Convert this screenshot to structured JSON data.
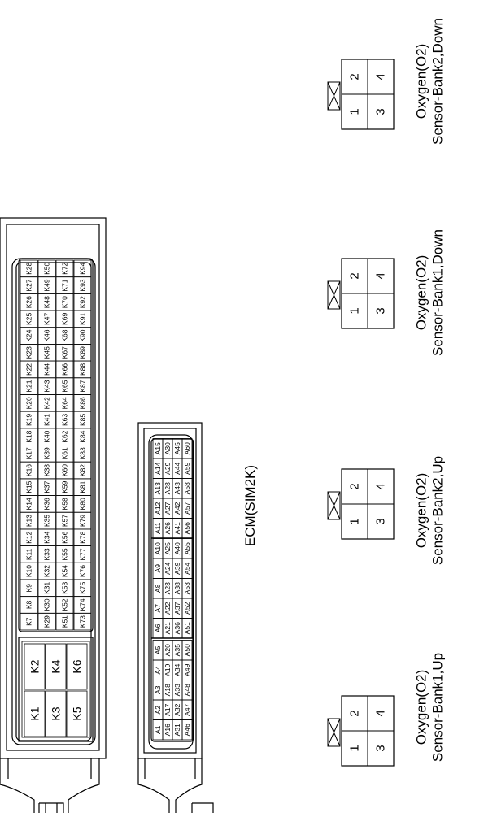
{
  "ecm": {
    "label": "ECM(SIM2K)",
    "connector_k": {
      "header_rows": [
        [
          "K1",
          "K2"
        ],
        [
          "K3",
          "K4"
        ],
        [
          "K5",
          "K6"
        ]
      ],
      "rows": [
        [
          "K7",
          "K8",
          "K9",
          "K10",
          "K11",
          "K12",
          "K13",
          "K14",
          "K15",
          "K16",
          "K17",
          "K18",
          "K19",
          "K20",
          "K21",
          "K22",
          "K23",
          "K24",
          "K25",
          "K26",
          "K27",
          "K28"
        ],
        [
          "K29",
          "K30",
          "K31",
          "K32",
          "K33",
          "K34",
          "K35",
          "K36",
          "K37",
          "K38",
          "K39",
          "K40",
          "K41",
          "K42",
          "K43",
          "K44",
          "K45",
          "K46",
          "K47",
          "K48",
          "K49",
          "K50"
        ],
        [
          "K51",
          "K52",
          "K53",
          "K54",
          "K55",
          "K56",
          "K57",
          "K58",
          "K59",
          "K60",
          "K61",
          "K62",
          "K63",
          "K64",
          "K65",
          "K66",
          "K67",
          "K68",
          "K69",
          "K70",
          "K71",
          "K72"
        ],
        [
          "K73",
          "K74",
          "K75",
          "K76",
          "K77",
          "K78",
          "K79",
          "K80",
          "K81",
          "K82",
          "K83",
          "K84",
          "K85",
          "K86",
          "K87",
          "K88",
          "K89",
          "K90",
          "K91",
          "K92",
          "K93",
          "K94"
        ]
      ]
    },
    "connector_a": {
      "rows": [
        [
          "A1",
          "A2",
          "A3",
          "A4",
          "A5",
          "A6",
          "A7",
          "A8",
          "A9",
          "A10",
          "A11",
          "A12",
          "A13",
          "A14",
          "A15"
        ],
        [
          "A16",
          "A17",
          "A18",
          "A19",
          "A20",
          "A21",
          "A22",
          "A23",
          "A24",
          "A25",
          "A26",
          "A27",
          "A28",
          "A29",
          "A30"
        ],
        [
          "A31",
          "A32",
          "A33",
          "A34",
          "A35",
          "A36",
          "A37",
          "A38",
          "A39",
          "A40",
          "A41",
          "A42",
          "A43",
          "A44",
          "A45"
        ],
        [
          "A46",
          "A47",
          "A48",
          "A49",
          "A50",
          "A51",
          "A52",
          "A53",
          "A54",
          "A55",
          "A56",
          "A57",
          "A58",
          "A59",
          "A60"
        ]
      ]
    }
  },
  "sensors": [
    {
      "label_line1": "Oxygen(O2)",
      "label_line2": "Sensor-Bank1,Up",
      "pins": [
        "1",
        "2",
        "3",
        "4"
      ]
    },
    {
      "label_line1": "Oxygen(O2)",
      "label_line2": "Sensor-Bank2,Up",
      "pins": [
        "1",
        "2",
        "3",
        "4"
      ]
    },
    {
      "label_line1": "Oxygen(O2)",
      "label_line2": "Sensor-Bank1,Down",
      "pins": [
        "1",
        "2",
        "3",
        "4"
      ]
    },
    {
      "label_line1": "Oxygen(O2)",
      "label_line2": "Sensor-Bank2,Down",
      "pins": [
        "1",
        "2",
        "3",
        "4"
      ]
    }
  ]
}
